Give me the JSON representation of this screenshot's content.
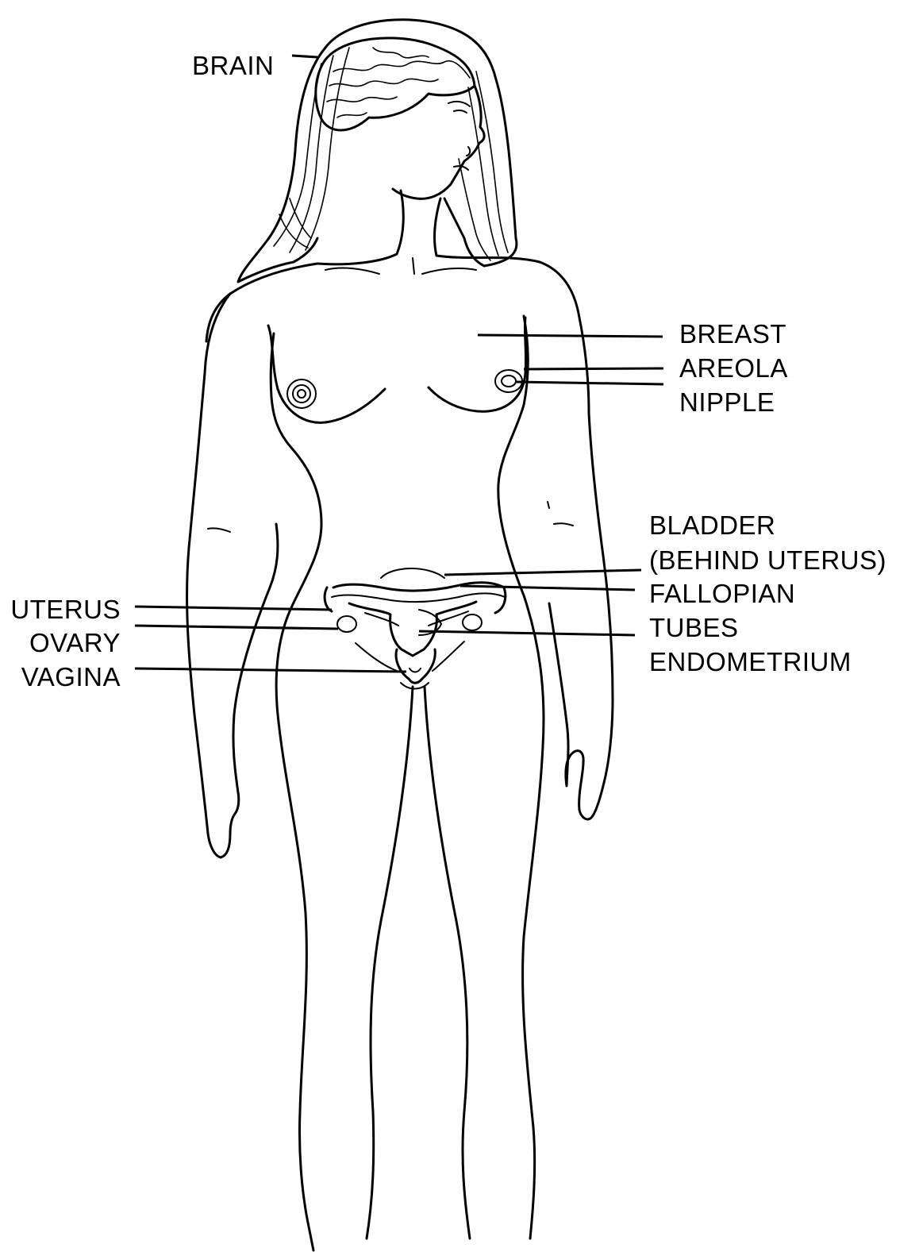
{
  "labels": {
    "brain": "BRAIN",
    "breast": "BREAST",
    "areola": "AREOLA",
    "nipple": "NIPPLE",
    "bladder": "BLADDER",
    "bladder_note": "(BEHIND UTERUS)",
    "fallopian": "FALLOPIAN",
    "tubes": "TUBES",
    "endometrium": "ENDOMETRIUM",
    "uterus": "UTERUS",
    "ovary": "OVARY",
    "vagina": "VAGINA"
  },
  "colors": {
    "ink": "#000000",
    "background": "#ffffff"
  }
}
